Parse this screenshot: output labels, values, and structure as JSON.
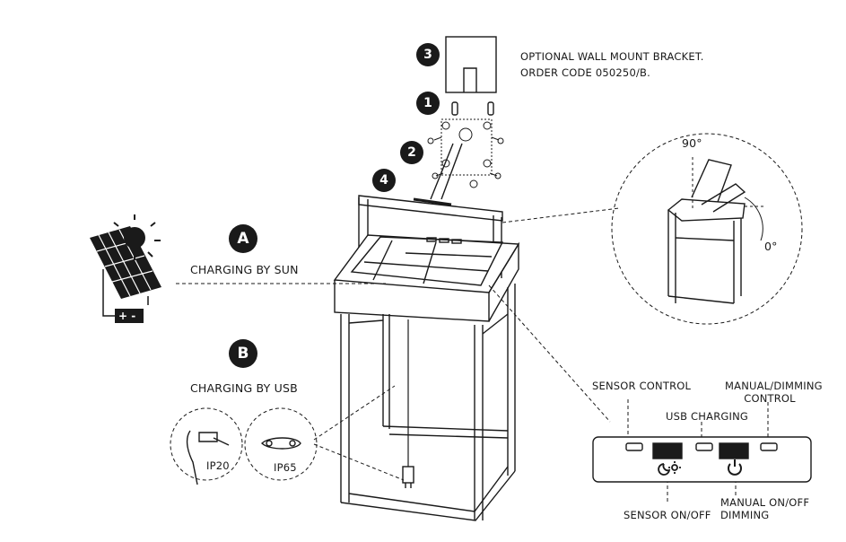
{
  "bracket": {
    "number": "3",
    "line1": "OPTIONAL WALL MOUNT BRACKET.",
    "line2": "ORDER CODE 050250/B."
  },
  "steps": {
    "screws": "1",
    "mount": "2",
    "handle": "4"
  },
  "charging_sun": {
    "badge": "A",
    "label": "CHARGING BY SUN",
    "battery": "+ -"
  },
  "charging_usb": {
    "badge": "B",
    "label": "CHARGING BY USB",
    "ip20": "IP20",
    "ip65": "IP65"
  },
  "angles": {
    "open": "90°",
    "closed": "0°"
  },
  "panel": {
    "sensor_control": "SENSOR CONTROL",
    "usb_charging": "USB CHARGING",
    "manual_dimming_control_1": "MANUAL/DIMMING",
    "manual_dimming_control_2": "CONTROL",
    "sensor_on_off": "SENSOR ON/OFF",
    "manual_on_off_1": "MANUAL ON/OFF",
    "manual_on_off_2": "DIMMING"
  },
  "icons": {
    "sun": "sun-icon",
    "solar_panel": "solar-panel-icon",
    "battery": "battery-icon",
    "sensor": "moon-sun-icon",
    "power": "power-icon"
  }
}
